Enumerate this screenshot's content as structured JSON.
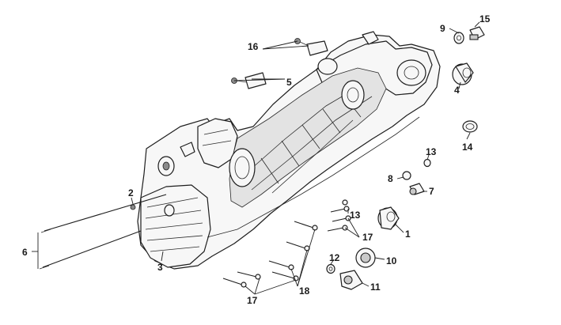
{
  "callouts": {
    "c1": "1",
    "c2": "2",
    "c3": "3",
    "c4": "4",
    "c5": "5",
    "c6": "6",
    "c7": "7",
    "c8": "8",
    "c9": "9",
    "c10": "10",
    "c11": "11",
    "c12": "12",
    "c13a": "13",
    "c13b": "13",
    "c14": "14",
    "c15": "15",
    "c16": "16",
    "c17a": "17",
    "c17b": "17",
    "c18": "18"
  }
}
